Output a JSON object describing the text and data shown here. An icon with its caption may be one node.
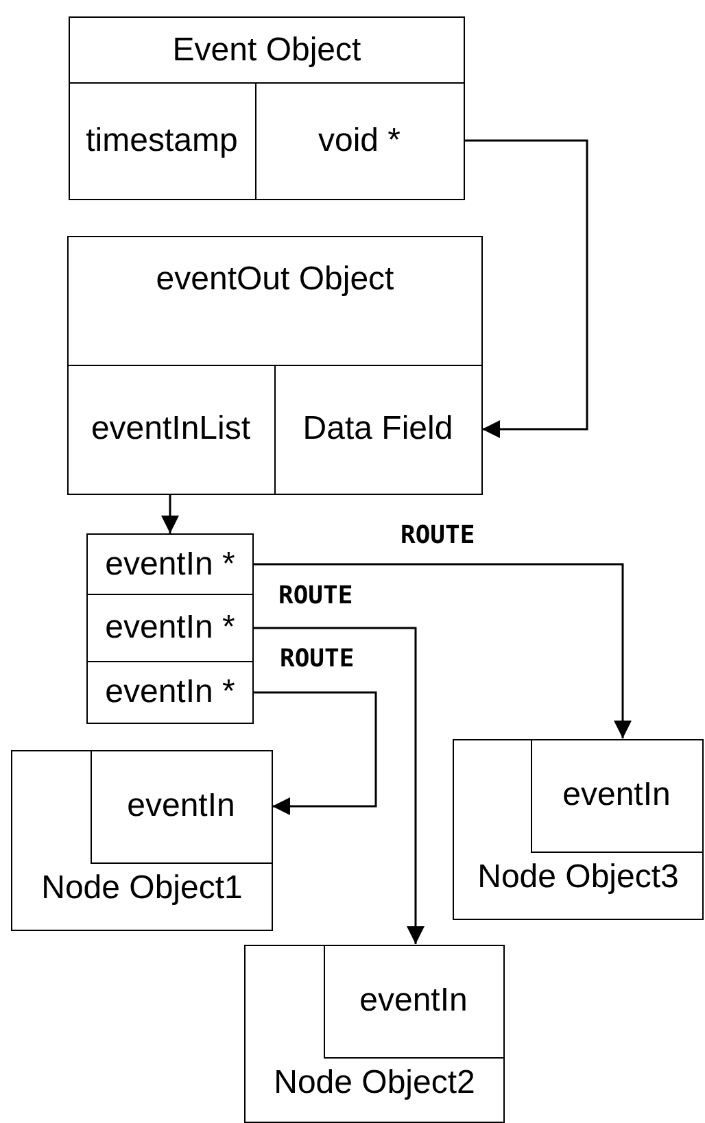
{
  "diagram": {
    "nodes": [
      {
        "text": [
          "Event Object"
        ]
      },
      {
        "text": [
          "timestamp"
        ],
        "in": 0
      },
      {
        "text": [
          "void *"
        ],
        "in": 0
      },
      {
        "text": [
          "eventOut Object"
        ]
      },
      {
        "text": [
          "eventInList"
        ],
        "in": 3
      },
      {
        "text": [
          "Data Field"
        ],
        "in": 3
      },
      {
        "text": [
          "eventIn *"
        ]
      },
      {
        "text": [
          "eventIn *"
        ]
      },
      {
        "text": [
          "eventIn *"
        ]
      },
      {
        "text": [
          "Node Object1"
        ]
      },
      {
        "text": [
          "eventIn"
        ],
        "in": 9
      },
      {
        "text": [
          "Node Object3"
        ]
      },
      {
        "text": [
          "eventIn"
        ],
        "in": 11
      },
      {
        "text": [
          "Node Object2"
        ]
      },
      {
        "text": [
          "eventIn"
        ],
        "in": 13
      }
    ],
    "edges": [
      {
        "from": 2,
        "to": 5,
        "arrow": "to"
      },
      {
        "from": 4,
        "to": 6,
        "arrow": "to"
      },
      {
        "from": 6,
        "to": 12,
        "label": "ROUTE",
        "arrow": "to"
      },
      {
        "from": 7,
        "to": 14,
        "label": "ROUTE",
        "arrow": "to"
      },
      {
        "from": 8,
        "to": 10,
        "label": "ROUTE",
        "arrow": "to"
      }
    ]
  }
}
